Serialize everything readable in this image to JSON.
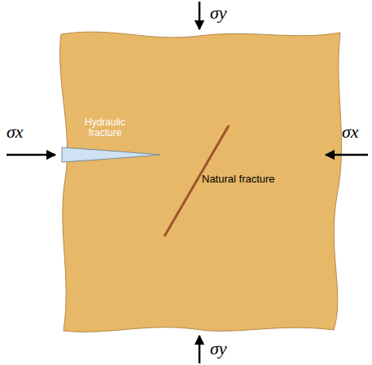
{
  "diagram": {
    "labels": [
      "σy",
      "σx",
      "Hydraulic fracture",
      "Natural fracture",
      "σx",
      "σy"
    ]
  }
}
